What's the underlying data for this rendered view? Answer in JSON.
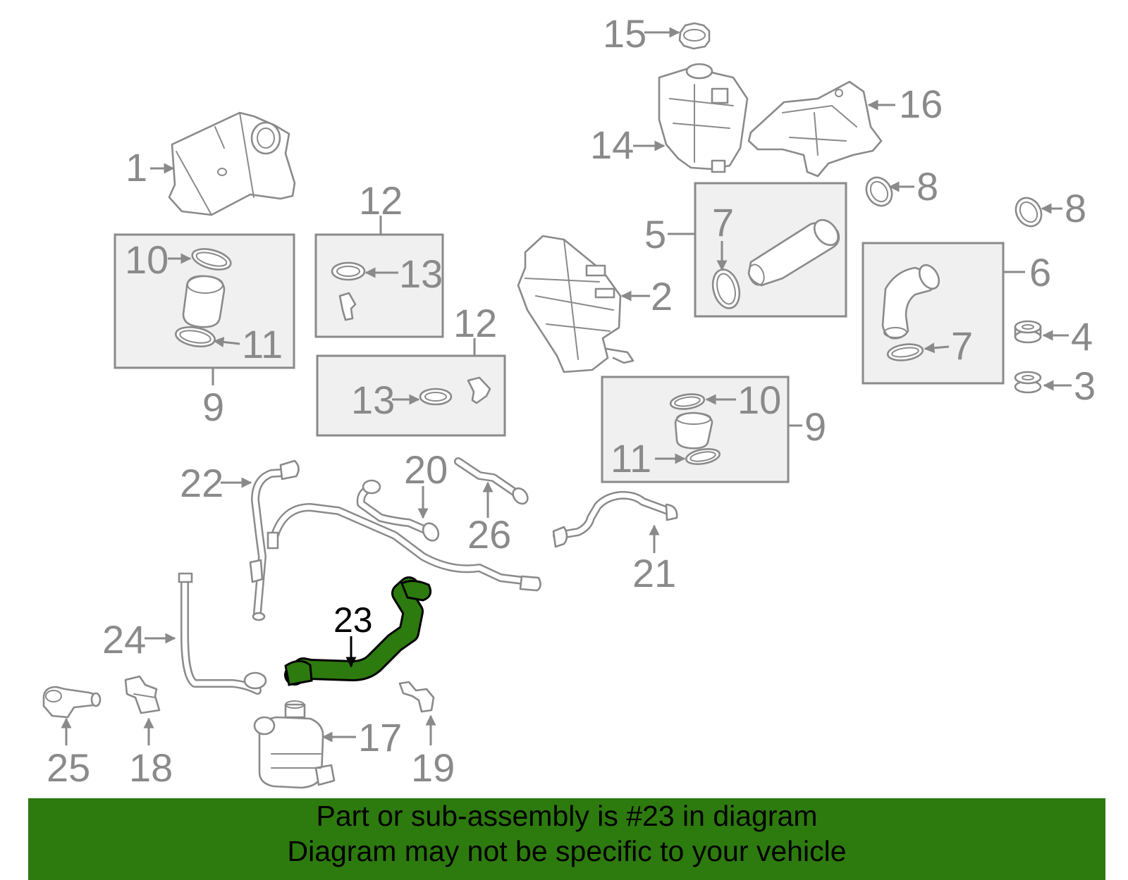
{
  "labels": {
    "l1": "1",
    "l2": "2",
    "l3": "3",
    "l4": "4",
    "l5": "5",
    "l6": "6",
    "l7a": "7",
    "l7b": "7",
    "l8a": "8",
    "l8b": "8",
    "l9a": "9",
    "l9b": "9",
    "l10a": "10",
    "l10b": "10",
    "l11a": "11",
    "l11b": "11",
    "l12a": "12",
    "l12b": "12",
    "l13a": "13",
    "l13b": "13",
    "l14": "14",
    "l15": "15",
    "l16": "16",
    "l17": "17",
    "l18": "18",
    "l19": "19",
    "l20": "20",
    "l21": "21",
    "l22": "22",
    "l23": "23",
    "l24": "24",
    "l25": "25",
    "l26": "26"
  },
  "highlight": {
    "part_number": "23",
    "color": "#2d7a0f"
  },
  "banner": {
    "line1": "Part or sub-assembly is #23 in diagram",
    "line2": "Diagram may not be specific to your vehicle",
    "background": "#2d7a0f"
  },
  "colors": {
    "line": "#8a8a8a",
    "box_fill": "#f0f0f0",
    "highlight_stroke": "#000000"
  }
}
